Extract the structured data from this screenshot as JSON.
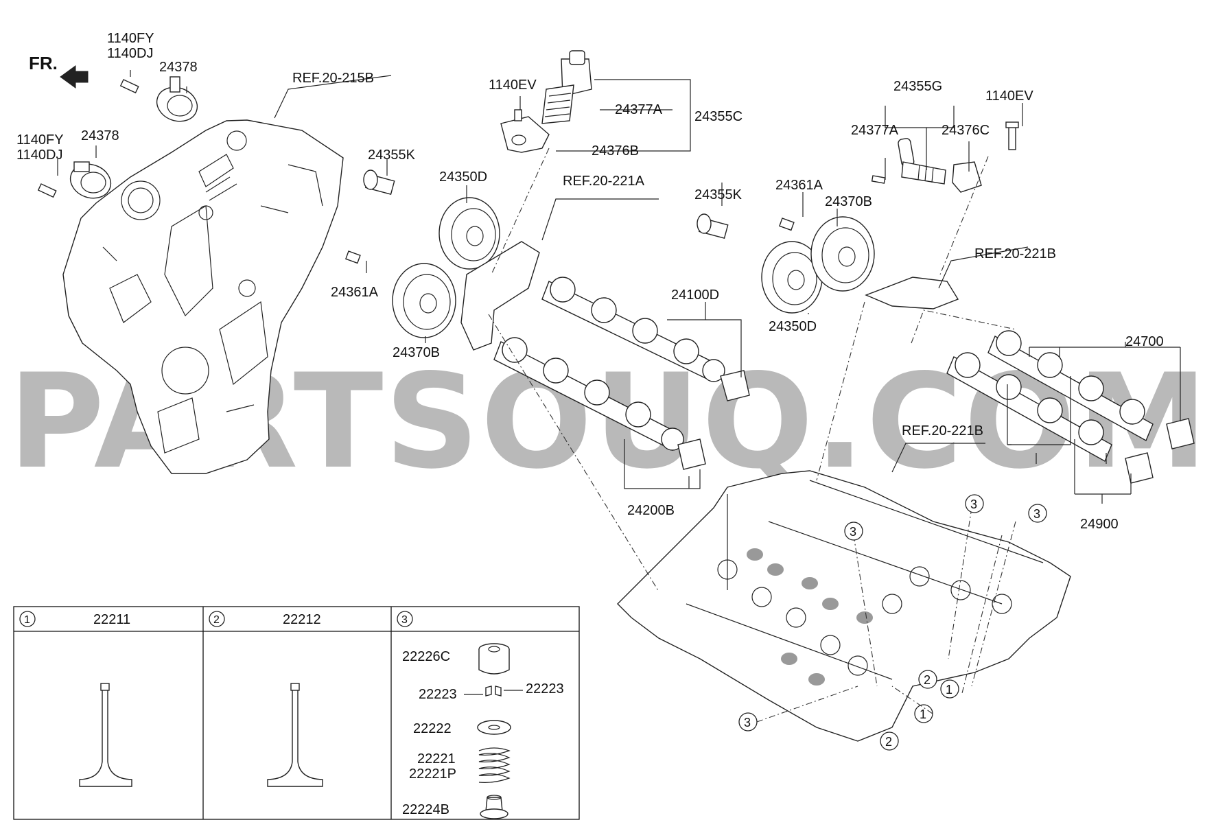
{
  "front_label": "FR.",
  "watermark": "PARTSOUQ.COM",
  "callouts": {
    "c1140fy_a": "1140FY",
    "c1140dj_a": "1140DJ",
    "c24378_a": "24378",
    "c1140fy_b": "1140FY",
    "c1140dj_b": "1140DJ",
    "c24378_b": "24378",
    "ref_215b": "REF.20-215B",
    "c1140ev_a": "1140EV",
    "c24377a_a": "24377A",
    "c24355c": "24355C",
    "c24376b": "24376B",
    "c24355k_a": "24355K",
    "c24350d_a": "24350D",
    "ref_221a": "REF.20-221A",
    "c24361a_a": "24361A",
    "c24370b_a": "24370B",
    "c24100d": "24100D",
    "c24200b": "24200B",
    "c24355g": "24355G",
    "c1140ev_b": "1140EV",
    "c24377a_b": "24377A",
    "c24376c": "24376C",
    "c24355k_b": "24355K",
    "c24361a_b": "24361A",
    "c24370b_b": "24370B",
    "ref_221b_a": "REF.20-221B",
    "c24350d_b": "24350D",
    "c24700": "24700",
    "ref_221b_b": "REF.20-221B",
    "c24900": "24900"
  },
  "head_markers": [
    "3",
    "3",
    "3",
    "3",
    "2",
    "1",
    "1",
    "2"
  ],
  "legend": {
    "columns": [
      {
        "marker": "1",
        "part": "22211"
      },
      {
        "marker": "2",
        "part": "22212"
      },
      {
        "marker": "3",
        "part": ""
      }
    ],
    "kit_items": {
      "retainer_cap": "22226C",
      "key_left": "22223",
      "key_right": "22223",
      "seat": "22222",
      "spring": "22221",
      "spring_alt": "22221P",
      "stem_seal": "22224B"
    }
  }
}
